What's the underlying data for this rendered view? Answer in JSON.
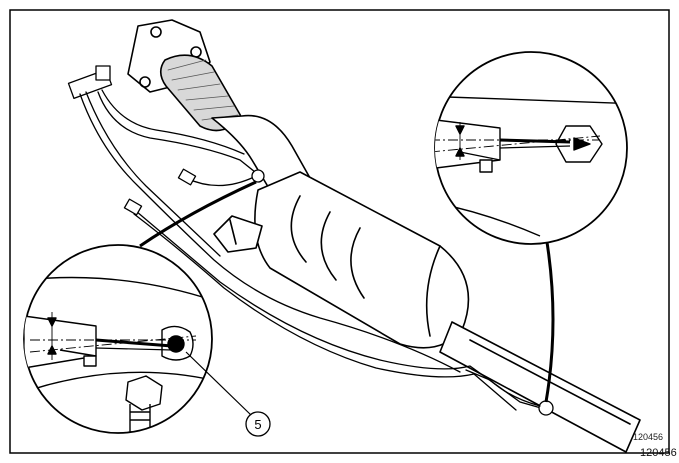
{
  "diagram": {
    "callout_number": "5",
    "figure_reference_inner": "120456",
    "figure_reference_outer": "120456"
  }
}
